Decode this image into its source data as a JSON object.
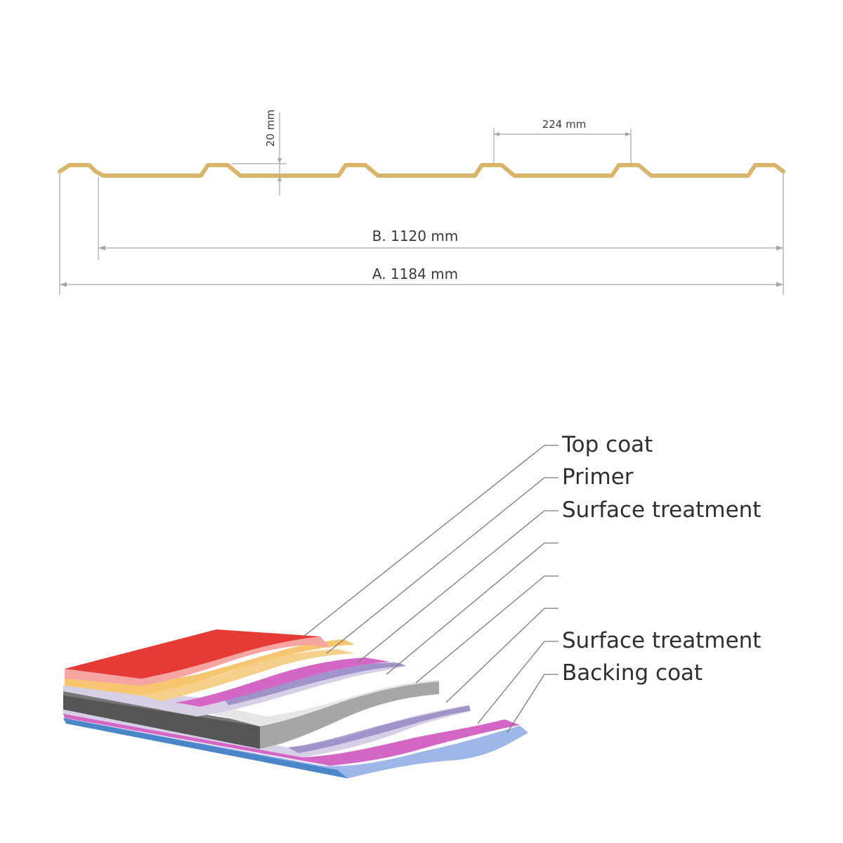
{
  "profile": {
    "dimensions": {
      "height_label": "20 mm",
      "pitch_label": "224 mm",
      "width_b_label": "B. 1120 mm",
      "width_a_label": "A. 1184 mm"
    },
    "profile_color": "#d8b56b",
    "dimension_line_color": "#a8a8a8"
  },
  "layers": {
    "labels": [
      {
        "text": "Top coat",
        "faded": false
      },
      {
        "text": "Primer",
        "faded": false
      },
      {
        "text": "Surface treatment",
        "faded": false
      },
      {
        "text": "",
        "faded": true
      },
      {
        "text": "",
        "faded": true
      },
      {
        "text": "",
        "faded": true
      },
      {
        "text": "Surface treatment",
        "faded": false
      },
      {
        "text": "Backing coat",
        "faded": false
      }
    ],
    "colors": {
      "top_coat": "#e63a35",
      "top_coat_edge": "#f6a5a3",
      "primer": "#f6c770",
      "surface_treatment": "#d466c6",
      "lavender": "#d6cfe6",
      "substrate_top": "#e6e6e6",
      "substrate_side": "#555555",
      "backing_coat": "#9fb6e8",
      "backing_edge": "#4a86c8"
    }
  }
}
